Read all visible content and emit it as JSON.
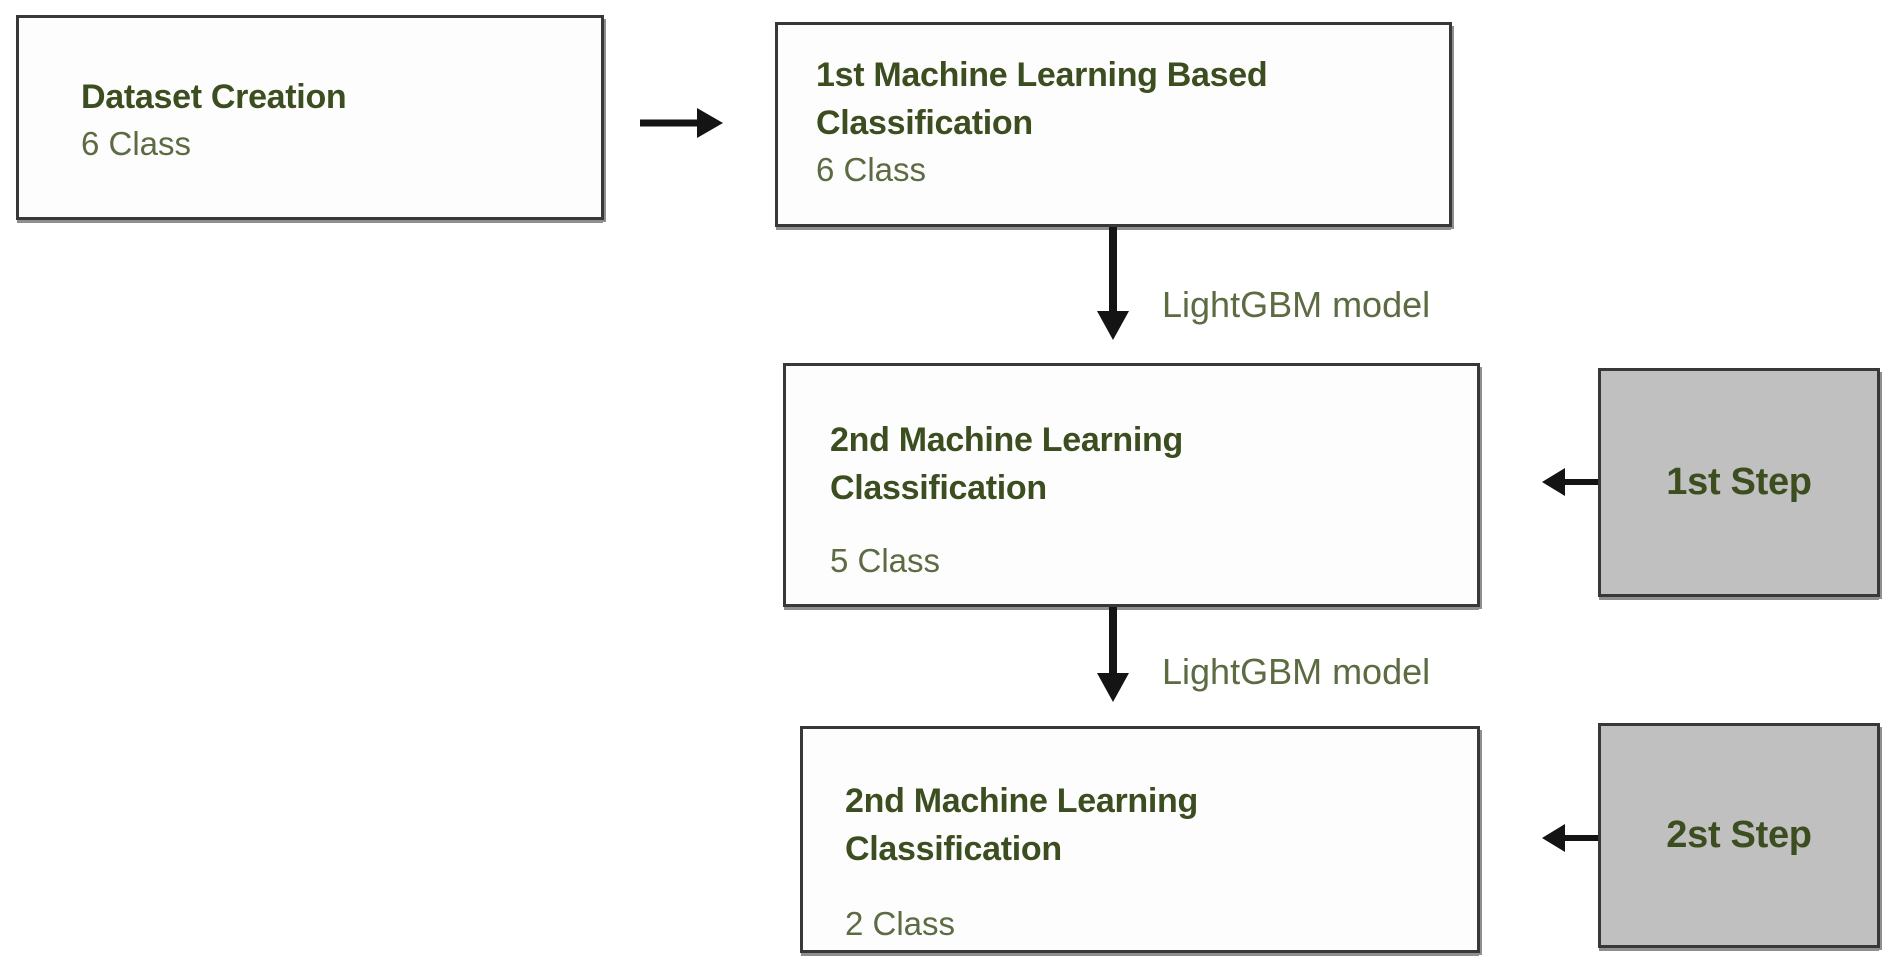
{
  "colors": {
    "title_green": "#3c4e1f",
    "body_green": "#5c6b42",
    "box_border": "#383838",
    "gray_fill": "#c1c0c0",
    "shadow_gray": "#8f8f8f",
    "arrow_black": "#141414",
    "background": "#ffffff"
  },
  "diagram": {
    "nodes": [
      {
        "id": "dataset-creation",
        "type": "process",
        "title_lines": [
          "Dataset Creation"
        ],
        "subtitle": "6 Class"
      },
      {
        "id": "first-ml-based-classification",
        "type": "process",
        "title_lines": [
          "1st Machine Learning Based",
          "Classification"
        ],
        "subtitle": "6 Class"
      },
      {
        "id": "second-ml-classification-5class",
        "type": "process",
        "title_lines": [
          "2nd Machine Learning",
          "Classification"
        ],
        "subtitle": "5 Class"
      },
      {
        "id": "second-ml-classification-2class",
        "type": "process",
        "title_lines": [
          "2nd Machine Learning",
          "Classification"
        ],
        "subtitle": "2 Class"
      },
      {
        "id": "step-1",
        "type": "step",
        "label": "1st Step"
      },
      {
        "id": "step-2",
        "type": "step",
        "label": "2st Step"
      }
    ],
    "edges": [
      {
        "from": "dataset-creation",
        "to": "first-ml-based-classification",
        "direction": "right",
        "label": ""
      },
      {
        "from": "first-ml-based-classification",
        "to": "second-ml-classification-5class",
        "direction": "down",
        "label": "LightGBM model"
      },
      {
        "from": "second-ml-classification-5class",
        "to": "second-ml-classification-2class",
        "direction": "down",
        "label": "LightGBM model"
      },
      {
        "from": "step-1",
        "to": "second-ml-classification-5class",
        "direction": "left",
        "label": ""
      },
      {
        "from": "step-2",
        "to": "second-ml-classification-2class",
        "direction": "left",
        "label": ""
      }
    ]
  }
}
